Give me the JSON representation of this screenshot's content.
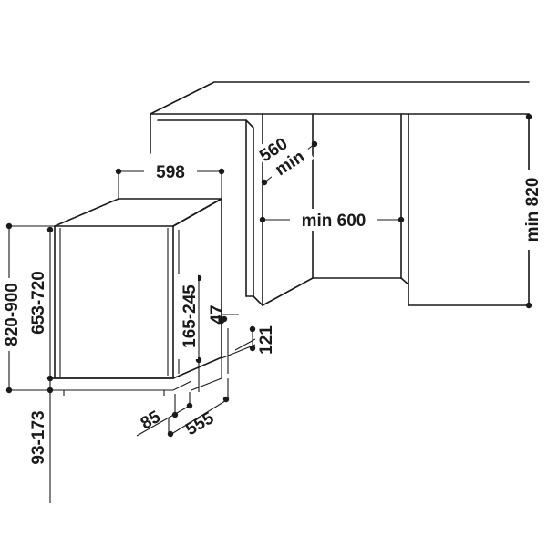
{
  "dimensions": {
    "width_598": "598",
    "niche_depth_560": "560",
    "niche_depth_min": "min",
    "niche_width": "min 600",
    "niche_height": "min 820",
    "height_range_outer": "820-900",
    "height_range_inner": "653-720",
    "plinth_height": "165-245",
    "dim_47": "47",
    "dim_121": "121",
    "dim_85": "85",
    "dim_555": "555",
    "feet_range": "93-173"
  }
}
